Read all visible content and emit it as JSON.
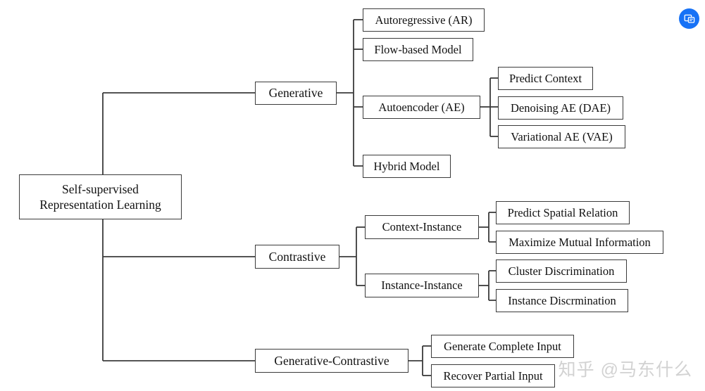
{
  "diagram": {
    "title": "Self-supervised Representation Learning taxonomy",
    "type": "tree-mindmap",
    "root": {
      "label": "Self-supervised\nRepresentation Learning",
      "line1": "Self-supervised",
      "line2": "Representation Learning"
    },
    "branches": [
      {
        "label": "Generative",
        "children": [
          {
            "label": "Autoregressive (AR)",
            "children": []
          },
          {
            "label": "Flow-based Model",
            "children": []
          },
          {
            "label": "Autoencoder (AE)",
            "children": [
              {
                "label": "Predict Context"
              },
              {
                "label": "Denoising AE (DAE)"
              },
              {
                "label": "Variational AE (VAE)"
              }
            ]
          },
          {
            "label": "Hybrid Model",
            "children": []
          }
        ]
      },
      {
        "label": "Contrastive",
        "children": [
          {
            "label": "Context-Instance",
            "children": [
              {
                "label": "Predict Spatial Relation"
              },
              {
                "label": "Maximize Mutual Information"
              }
            ]
          },
          {
            "label": "Instance-Instance",
            "children": [
              {
                "label": "Cluster Discrimination"
              },
              {
                "label": "Instance Discrmination"
              }
            ]
          }
        ]
      },
      {
        "label": "Generative-Contrastive",
        "children": [
          {
            "label": "Generate Complete Input",
            "children": []
          },
          {
            "label": "Recover Partial Input",
            "children": []
          }
        ]
      }
    ],
    "colors": {
      "node_border": "#3b3b3b",
      "node_background": "#ffffff",
      "text": "#111111",
      "connector": "#3b3b3b",
      "watermark": "#d2d2d2",
      "badge": "#1772f6"
    }
  },
  "watermark": {
    "text": "知乎 @马东什么"
  },
  "badge": {
    "icon": "app-window-icon"
  }
}
